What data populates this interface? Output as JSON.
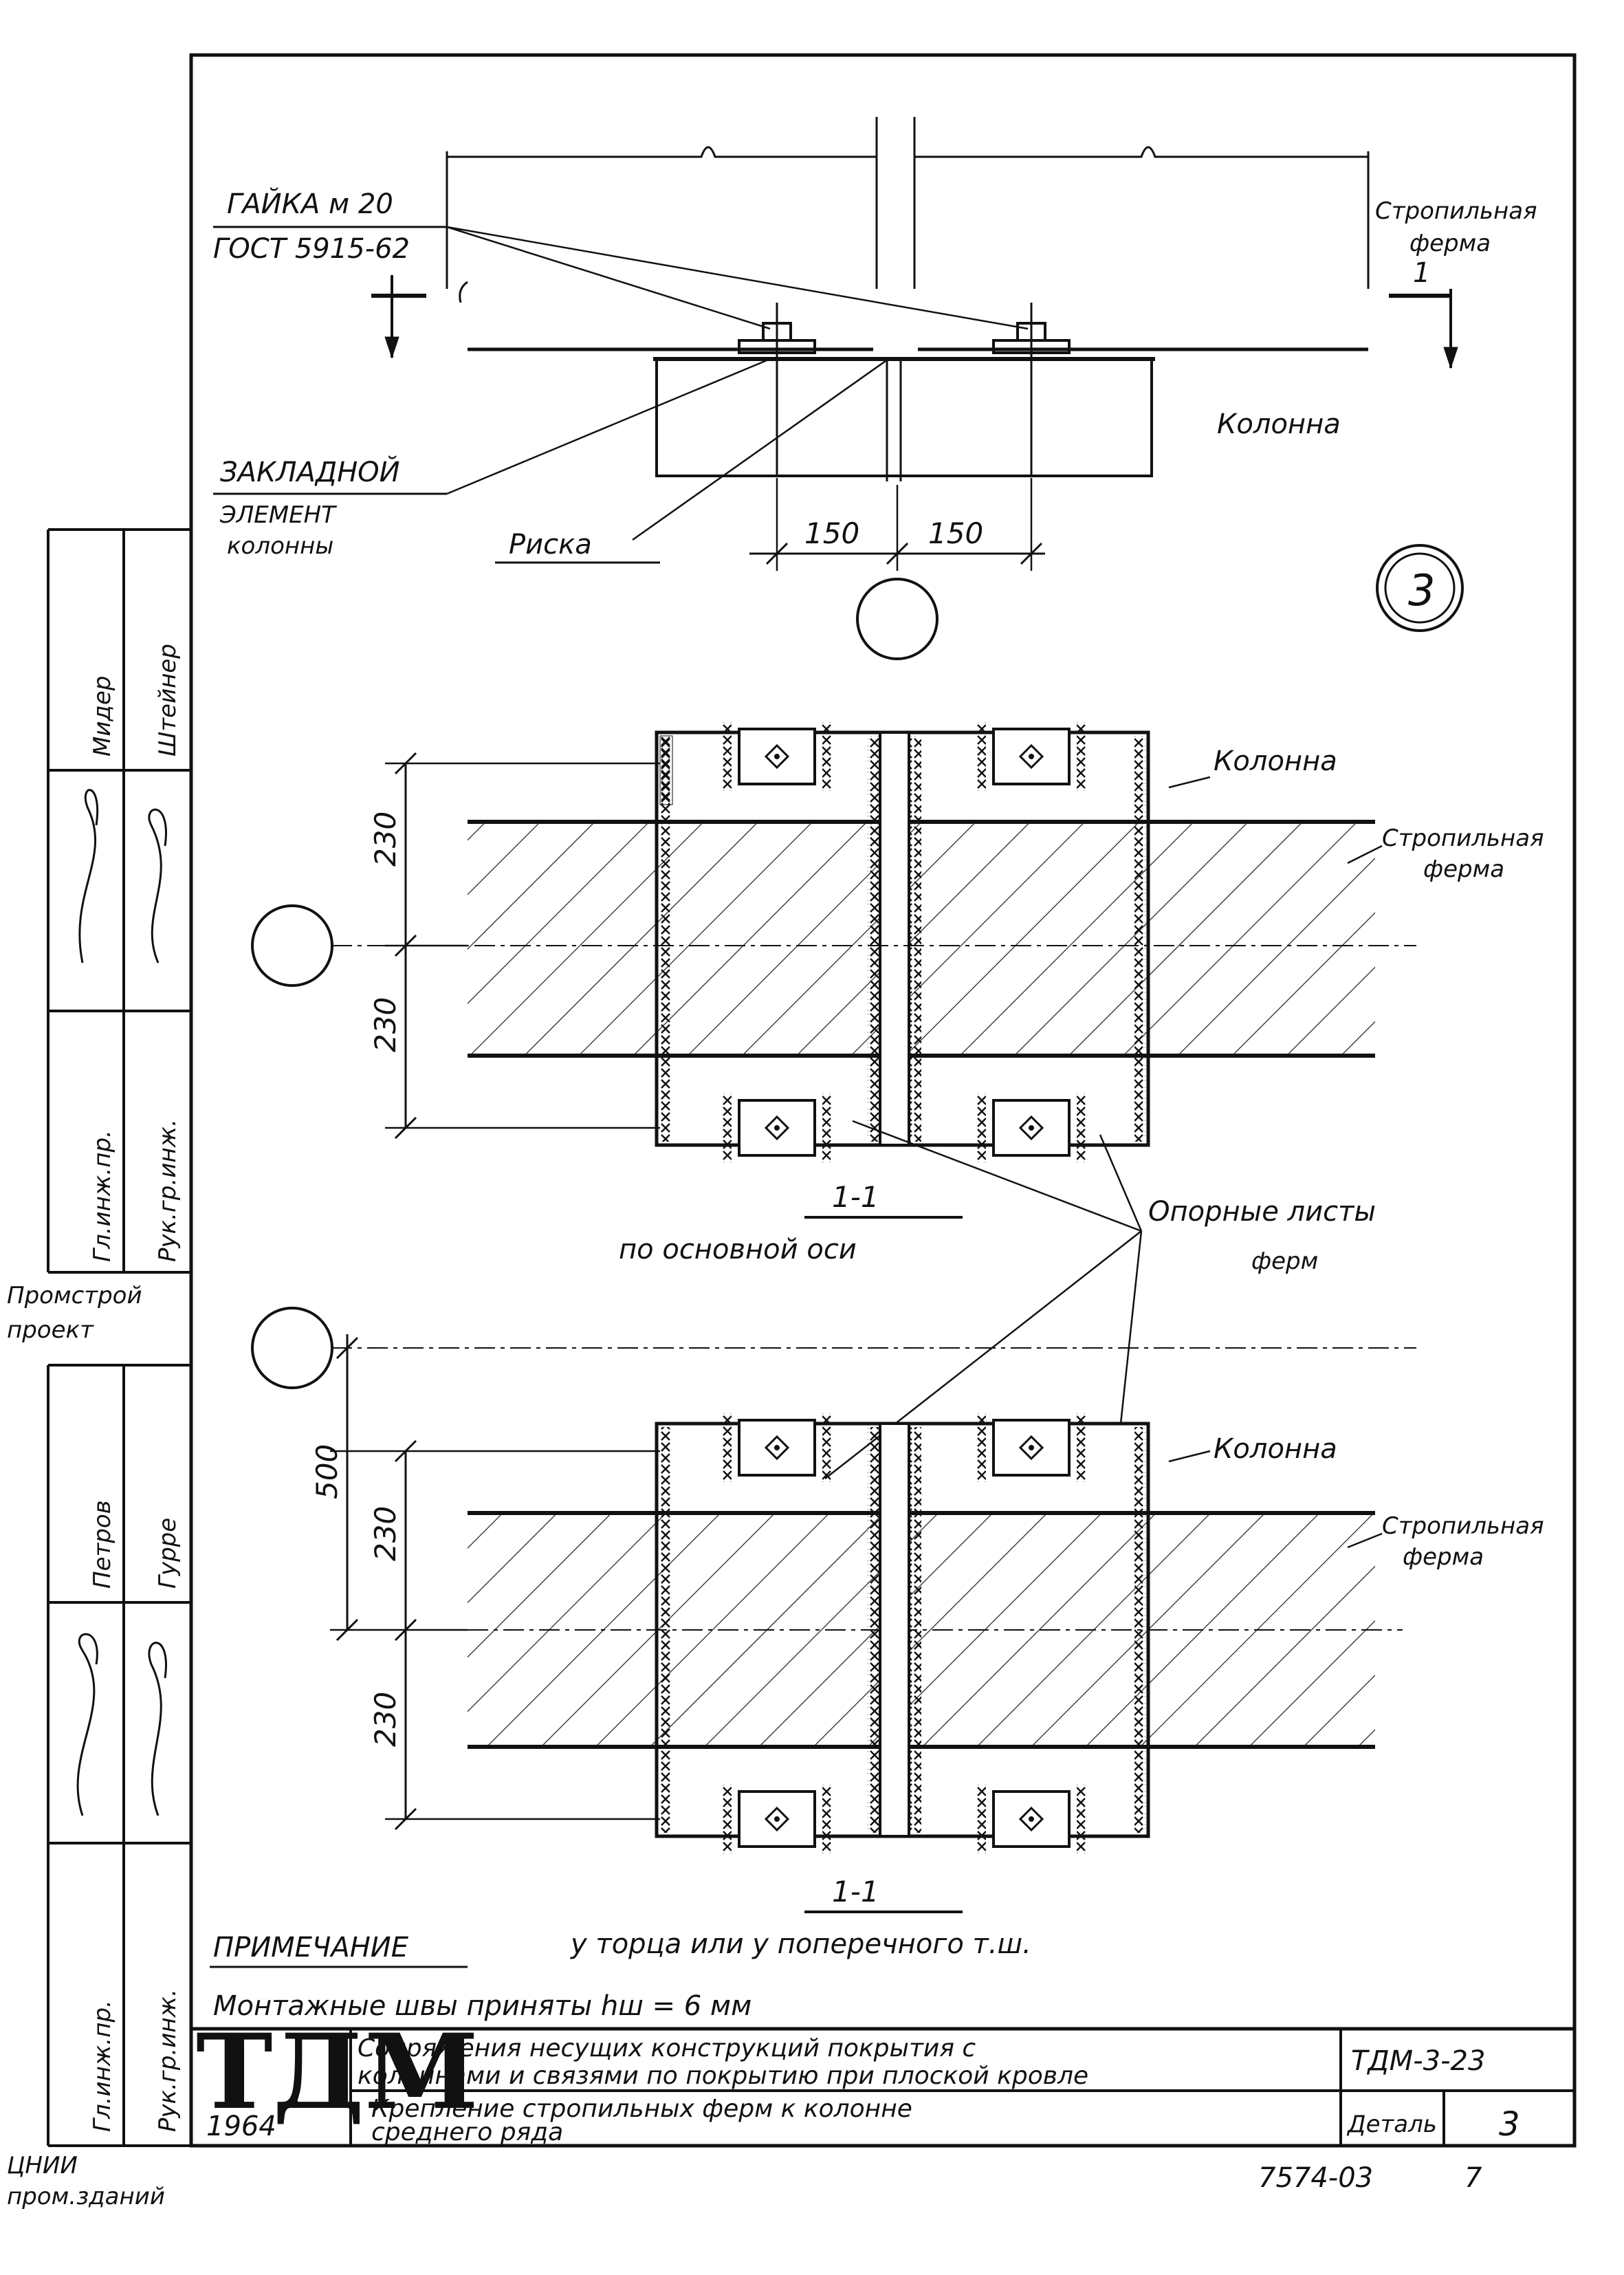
{
  "top_view": {
    "nut_label_1": "ГАЙКА м 20",
    "nut_label_2": "ГОСТ 5915-62",
    "truss_label_1": "Стропильная",
    "truss_label_2": "ферма",
    "column_label": "Колонна",
    "embedded_label_1": "ЗАКЛАДНОЙ",
    "embedded_label_2": "ЭЛЕМЕНТ",
    "embedded_label_3": "колонны",
    "mark_label": "Риска",
    "dim_left": "150",
    "dim_right": "150",
    "section_mark": "1",
    "detail_number": "3"
  },
  "section1": {
    "column_label": "Колонна",
    "truss_label_1": "Стропильная",
    "truss_label_2": "ферма",
    "dim_top": "230",
    "dim_bottom": "230",
    "section_title": "1-1",
    "section_caption": "по основной оси",
    "plates_label_1": "Опорные листы",
    "plates_label_2": "ферм"
  },
  "section2": {
    "column_label": "Колонна",
    "truss_label_1": "Стропильная",
    "truss_label_2": "ферма",
    "dim_total": "500",
    "dim_top": "230",
    "dim_bottom": "230",
    "section_title": "1-1",
    "section_caption": "у торца или у поперечного т.ш."
  },
  "note": {
    "heading": "ПРИМЕЧАНИЕ",
    "text": "Монтажные швы приняты hш = 6 мм"
  },
  "title_block": {
    "logo": "ТДМ",
    "year": "1964",
    "series_title_1": "Сопряжения несущих конструкций покрытия с",
    "series_title_2": "колоннами и связями по покрытию при плоской кровле",
    "sheet_title_1": "Крепление стропильных ферм к колонне",
    "sheet_title_2": "среднего ряда",
    "code": "ТДМ-3-23",
    "detail_label": "Деталь",
    "detail_value": "3",
    "archive_number": "7574-03",
    "sheet_number": "7"
  },
  "side_stamp": {
    "role_1": "Гл.инж.пр.",
    "role_2": "Рук.гр.инж.",
    "name_1": "Мидер",
    "name_2": "Штейнер",
    "org_1": "Промстрой",
    "org_2": "проект",
    "role_3": "Гл.инж.пр.",
    "role_4": "Рук.гр.инж.",
    "name_3": "Петров",
    "name_4": "Гурре",
    "org_3": "ЦНИИ",
    "org_4": "пром.зданий"
  }
}
